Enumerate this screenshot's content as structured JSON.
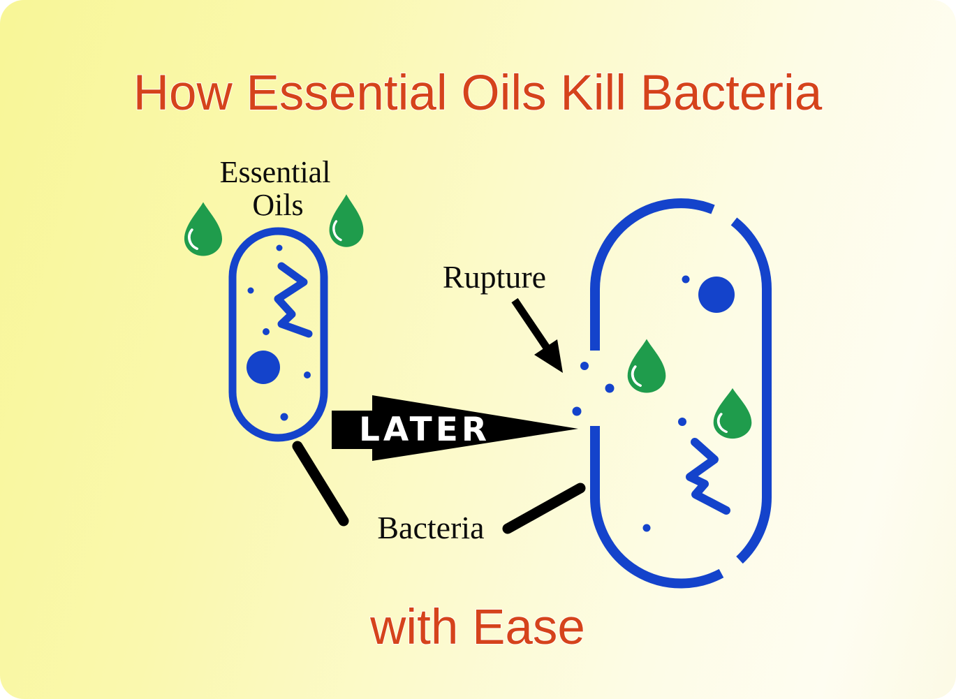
{
  "title": "How Essential Oils Kill Bacteria",
  "subtitle": "with Ease",
  "labels": {
    "essential_oils_line1": "Essential",
    "essential_oils_line2": "Oils",
    "rupture": "Rupture",
    "bacteria": "Bacteria",
    "later": "LATER"
  },
  "colors": {
    "heading_orange": "#d5431b",
    "membrane_blue": "#1443cb",
    "oil_green": "#1f9c4c",
    "annotation_black": "#000000",
    "background_yellow_left": "#f8f697",
    "background_cream_right": "#fefdf1"
  }
}
